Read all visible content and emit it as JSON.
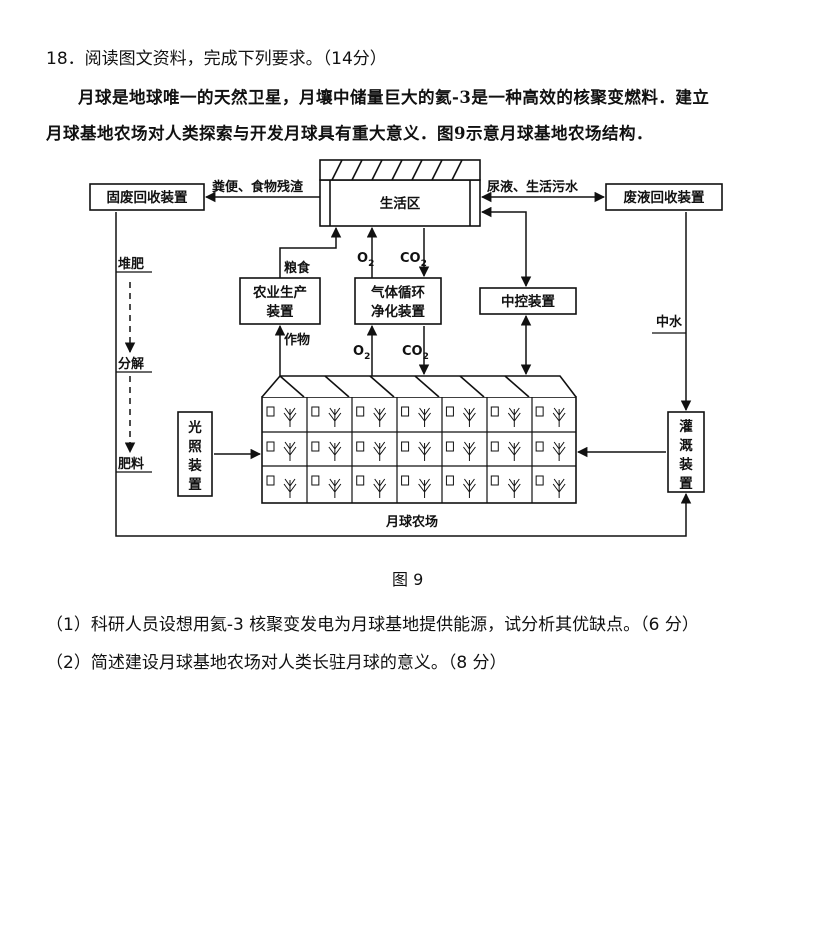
{
  "question": {
    "title": "18．阅读图文资料，完成下列要求。（14分）",
    "paragraph_line1": "月球是地球唯一的天然卫星，月壤中储量巨大的氦-3是一种高效的核聚变燃料．建立",
    "paragraph_line2": "月球基地农场对人类探索与开发月球具有重大意义．图9示意月球基地农场结构．",
    "figure_caption": "图 9",
    "sub_q1": "（1）科研人员设想用氦-3 核聚变发电为月球基地提供能源，试分析其优缺点。（6 分）",
    "sub_q2": "（2）简述建设月球基地农场对人类长驻月球的意义。（8 分）"
  },
  "diagram": {
    "boxes": {
      "living_area": "生活区",
      "solid_waste": "固废回收装置",
      "liquid_waste": "废液回收装置",
      "agri_production_1": "农业生产",
      "agri_production_2": "装置",
      "gas_cycle_1": "气体循环",
      "gas_cycle_2": "净化装置",
      "control": "中控装置",
      "light_1": "光",
      "light_2": "照",
      "light_3": "装",
      "light_4": "置",
      "irrigation_1": "灌",
      "irrigation_2": "溉",
      "irrigation_3": "装",
      "irrigation_4": "置"
    },
    "labels": {
      "feces_food": "粪便、食物残渣",
      "urine_sewage": "尿液、生活污水",
      "grain": "粮食",
      "crops": "作物",
      "o2_top": "O",
      "co2_top": "CO",
      "o2_bottom": "O",
      "co2_bottom": "CO",
      "sub2": "2",
      "compost": "堆肥",
      "decompose": "分解",
      "fertilizer": "肥料",
      "reclaimed_water": "中水",
      "lunar_farm": "月球农场"
    }
  }
}
